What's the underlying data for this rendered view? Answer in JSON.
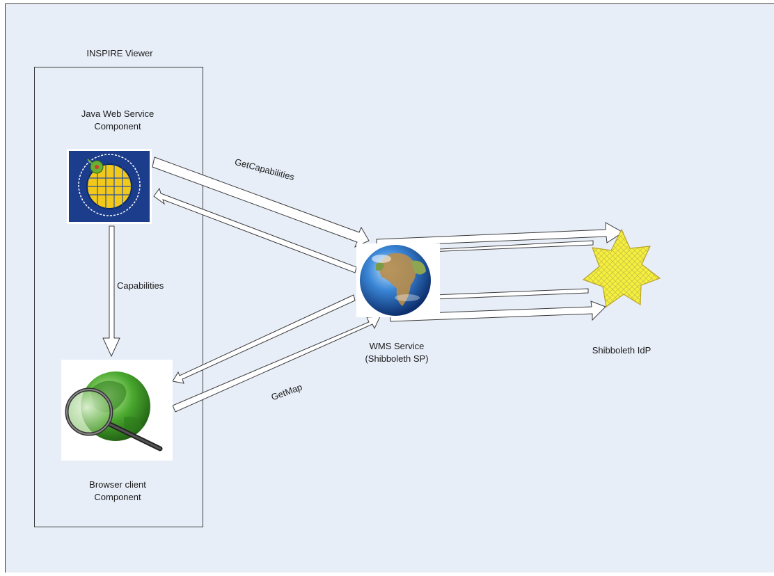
{
  "viewer": {
    "title": "INSPIRE Viewer",
    "java_component_label": "Java Web Service\nComponent",
    "browser_component_label": "Browser client\nComponent"
  },
  "edges": {
    "get_capabilities": "GetCapabilities",
    "capabilities": "Capabilities",
    "get_map": "GetMap"
  },
  "nodes": {
    "wms_service": "WMS Service\n(Shibboleth SP)",
    "idp": "Shibboleth IdP"
  },
  "colors": {
    "background": "#e8eef8",
    "border": "#3a3a3a",
    "arrow_fill": "#ffffff",
    "star_fill": "#f6f03c",
    "inspire_blue": "#1c3d8c",
    "inspire_yellow": "#f2c91a",
    "globe_green": "#3f9a2b"
  },
  "icons": {
    "inspire_logo": "inspire-logo-icon",
    "search_globe": "globe-magnifier-icon",
    "earth": "earth-globe-icon",
    "star": "star-icon"
  }
}
